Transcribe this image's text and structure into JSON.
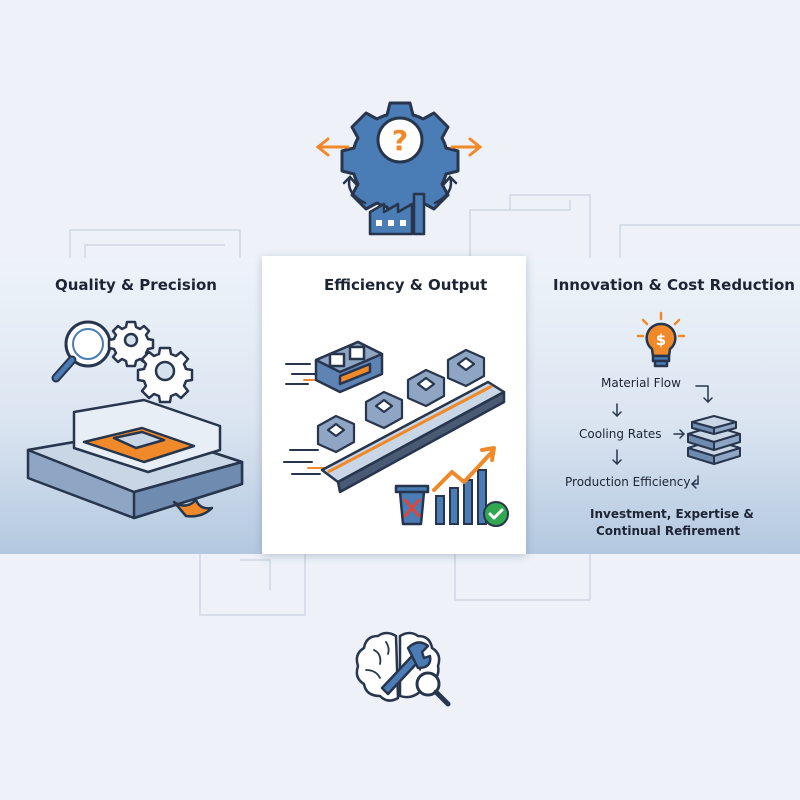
{
  "columns": [
    {
      "title": "Quality & Precision"
    },
    {
      "title": "Efficiency & Output"
    },
    {
      "title": "Innovation & Cost Reduction"
    }
  ],
  "flow": {
    "steps": [
      "Material Flow",
      "Cooling Rates",
      "Production Efficiency"
    ],
    "note_line1": "Investment, Expertise &",
    "note_line2": "Continual Refirement"
  },
  "icons": {
    "top": "gear-question-icon",
    "factory": "factory-icon",
    "magnifier": "magnifier-icon",
    "gears": "gears-icon",
    "mold": "mold-icon",
    "conveyor": "conveyor-icon",
    "trash": "trash-icon",
    "growth": "growth-chart-icon",
    "check": "check-icon",
    "bulb": "lightbulb-icon",
    "ingots": "ingot-stack-icon",
    "bottom": "brain-wrench-icon"
  },
  "colors": {
    "accent_blue": "#4a7cb5",
    "accent_orange": "#f0892a",
    "outline": "#27354d",
    "check_green": "#2fa84f",
    "trash_red": "#d9483b"
  }
}
